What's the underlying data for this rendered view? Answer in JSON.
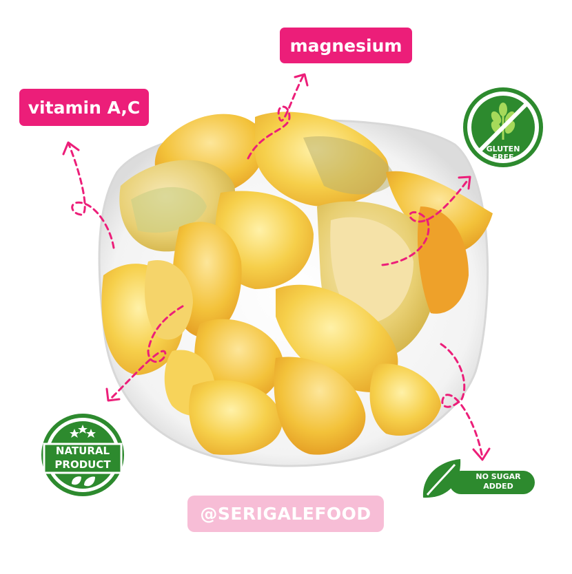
{
  "labels": {
    "magnesium": "magnesium",
    "vitamin": "vitamin A,C"
  },
  "badges": {
    "gluten_free_line1": "GLUTEN",
    "gluten_free_line2": "FREE",
    "natural_line1": "NATURAL",
    "natural_line2": "PRODUCT",
    "no_sugar_line1": "NO SUGAR",
    "no_sugar_line2": "ADDED"
  },
  "handle": "@SERIGALEFOOD",
  "colors": {
    "accent_pink": "#ec1e79",
    "handle_pink": "#f7bdd6",
    "badge_green": "#2d8a2e",
    "chip_yellow": "#f4c93e"
  },
  "subject": "jackfruit chips in white bowl"
}
